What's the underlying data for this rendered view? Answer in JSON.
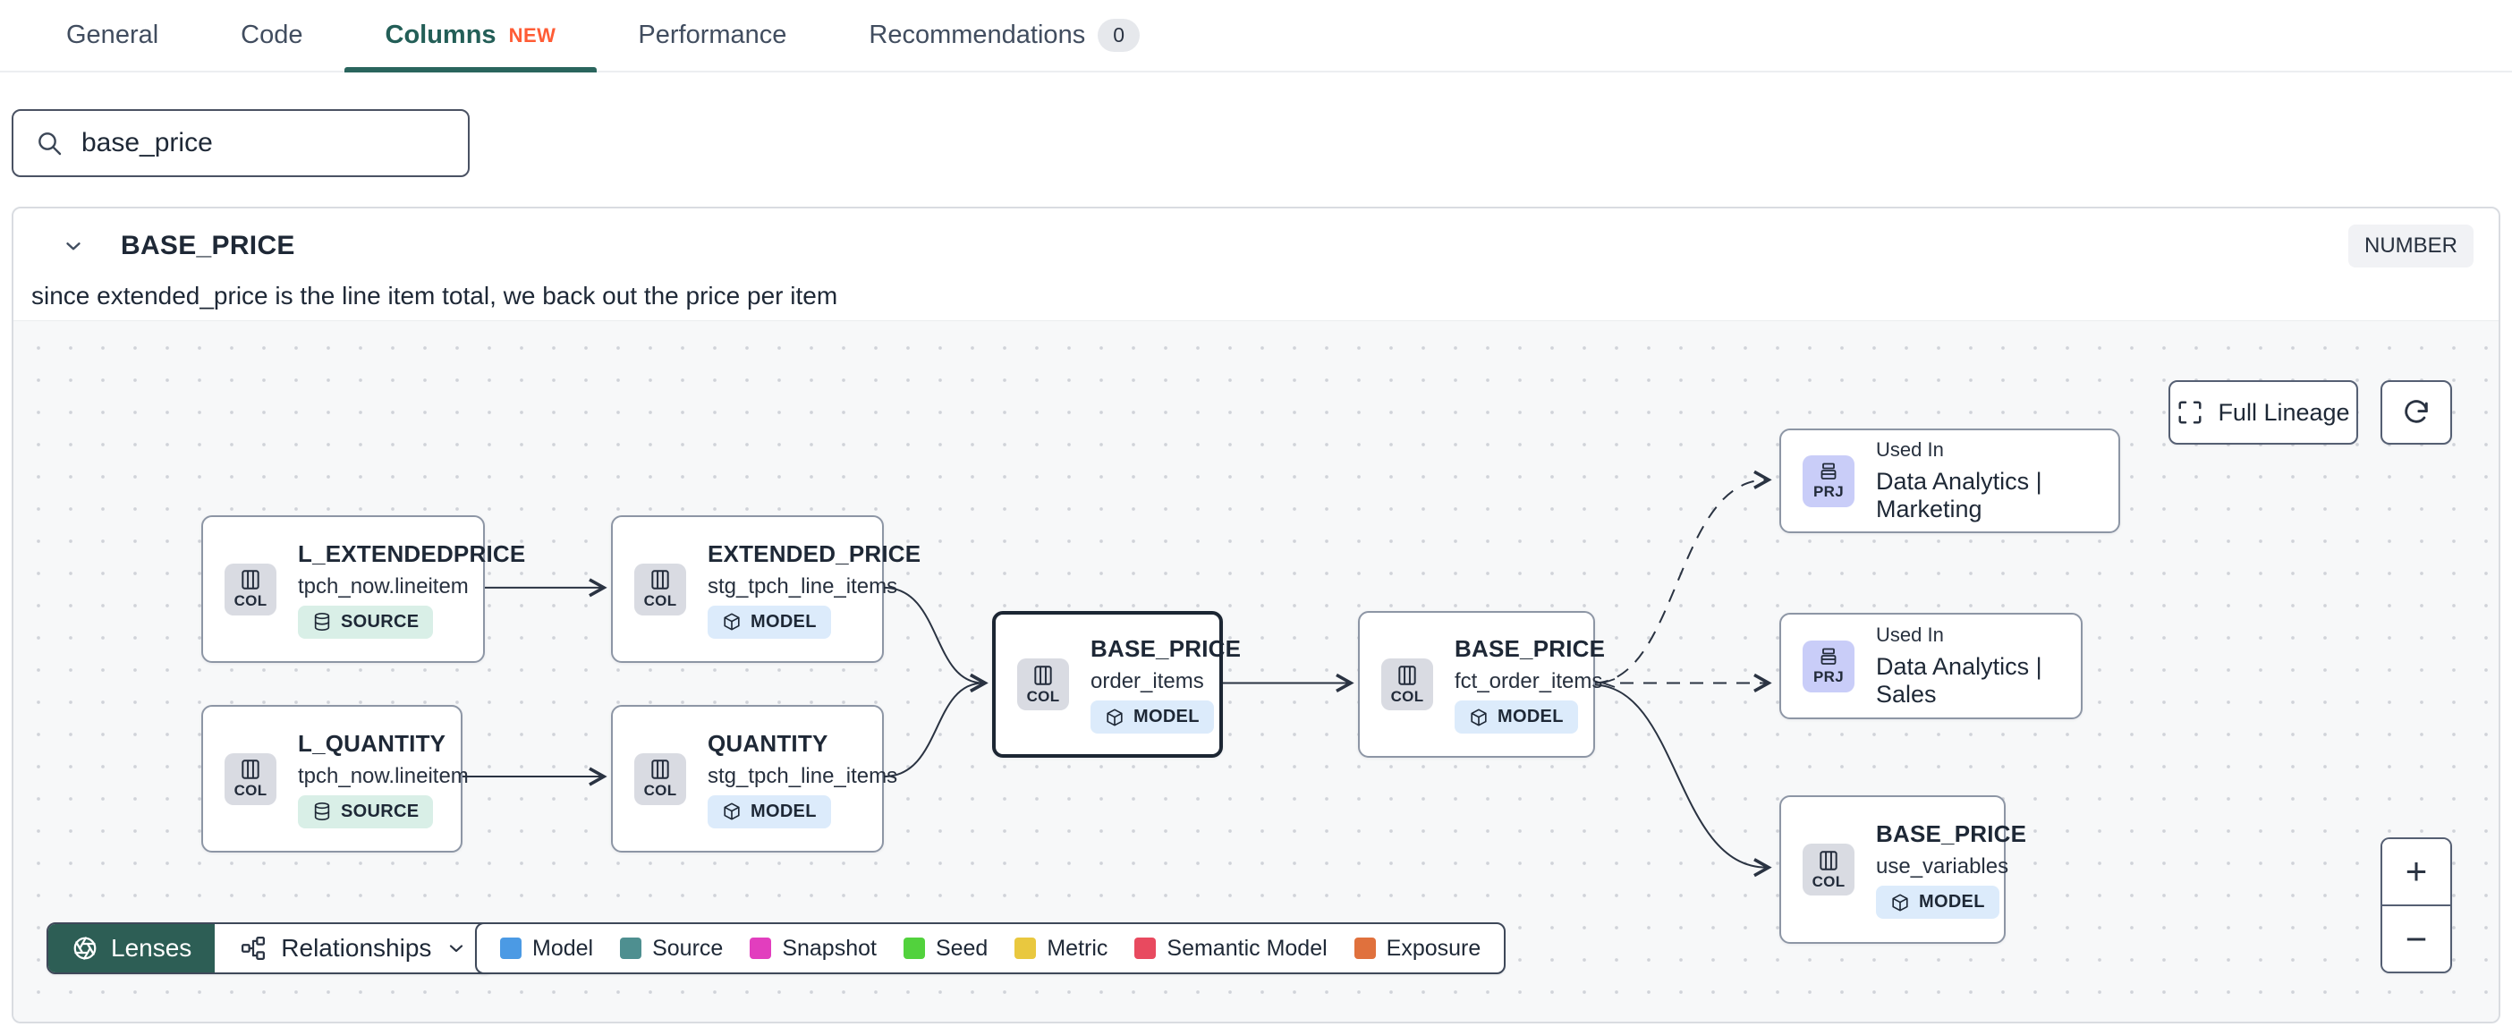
{
  "tabs": [
    {
      "label": "General"
    },
    {
      "label": "Code"
    },
    {
      "label": "Columns",
      "badge": "NEW",
      "active": true
    },
    {
      "label": "Performance"
    },
    {
      "label": "Recommendations",
      "count": "0"
    }
  ],
  "search": {
    "value": "base_price"
  },
  "column_panel": {
    "name": "BASE_PRICE",
    "type_badge": "NUMBER",
    "description": "since extended_price is the line item total, we back out the price per item"
  },
  "lineage": {
    "controls": {
      "full_lineage_label": "Full Lineage",
      "zoom_in": "+",
      "zoom_out": "−"
    },
    "nodes": [
      {
        "chip": "COL",
        "title": "L_EXTENDEDPRICE",
        "subtitle": "tpch_now.lineitem",
        "badge": "SOURCE"
      },
      {
        "chip": "COL",
        "title": "L_QUANTITY",
        "subtitle": "tpch_now.lineitem",
        "badge": "SOURCE"
      },
      {
        "chip": "COL",
        "title": "EXTENDED_PRICE",
        "subtitle": "stg_tpch_line_items",
        "badge": "MODEL"
      },
      {
        "chip": "COL",
        "title": "QUANTITY",
        "subtitle": "stg_tpch_line_items",
        "badge": "MODEL"
      },
      {
        "chip": "COL",
        "title": "BASE_PRICE",
        "subtitle": "order_items",
        "badge": "MODEL",
        "selected": true
      },
      {
        "chip": "COL",
        "title": "BASE_PRICE",
        "subtitle": "fct_order_items",
        "badge": "MODEL"
      },
      {
        "chip": "PRJ",
        "label": "Used In",
        "title": "Data Analytics | Marketing"
      },
      {
        "chip": "PRJ",
        "label": "Used In",
        "title": "Data Analytics | Sales"
      },
      {
        "chip": "COL",
        "title": "BASE_PRICE",
        "subtitle": "use_variables",
        "badge": "MODEL"
      }
    ],
    "toolbar": {
      "lenses_label": "Lenses",
      "relationships_label": "Relationships"
    },
    "legend": [
      {
        "label": "Model",
        "color": "#4b9ae4"
      },
      {
        "label": "Source",
        "color": "#4e8f90"
      },
      {
        "label": "Snapshot",
        "color": "#e23ebe"
      },
      {
        "label": "Seed",
        "color": "#52d23d"
      },
      {
        "label": "Metric",
        "color": "#e9c83f"
      },
      {
        "label": "Semantic Model",
        "color": "#e84a5f"
      },
      {
        "label": "Exposure",
        "color": "#e0713d"
      }
    ]
  },
  "colors": {
    "active_tab_teal": "#235e57",
    "new_badge_orange": "#ff5c35",
    "lenses_button_green": "#2d5e55",
    "col_chip_gray": "#d9dbe2",
    "prj_chip_lavender": "#c9cdf8",
    "model_badge_blue": "#dcebfb",
    "source_badge_mint": "#d9efe7"
  }
}
